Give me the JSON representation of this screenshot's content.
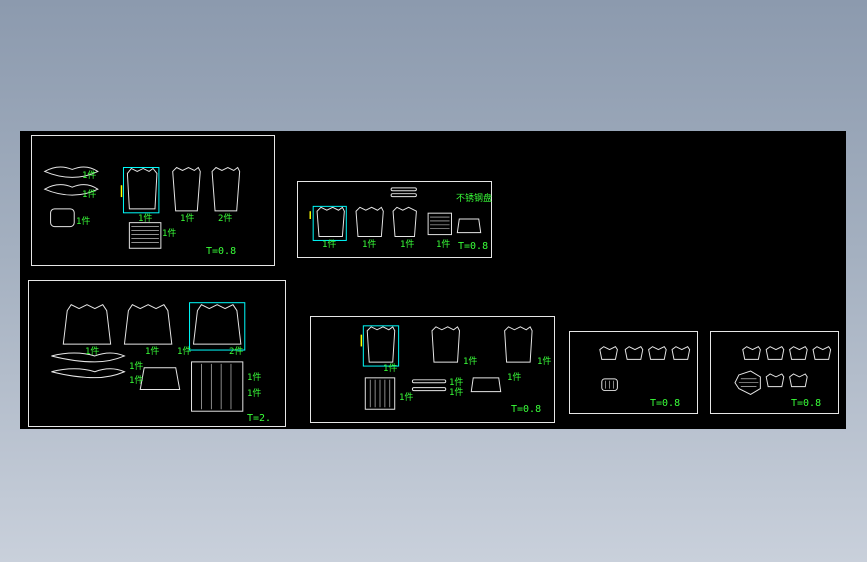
{
  "colors": {
    "background_top": "#8c9aae",
    "background_bottom": "#c9d0db",
    "canvas": "#000000",
    "outline": "#e6e6e6",
    "annotation": "#39ff39",
    "selection": "#00ffff",
    "marker": "#ffff00"
  },
  "frames": {
    "f1": {
      "thickness": "T=0.8",
      "labels": [
        "1件",
        "1件",
        "1件",
        "1件",
        "1件",
        "2件",
        "1件"
      ]
    },
    "f2": {
      "title": "不锈钢盘",
      "thickness": "T=0.8",
      "labels": [
        "1件",
        "1件",
        "1件",
        "1件"
      ]
    },
    "f3": {
      "thickness": "T=2.",
      "labels": [
        "1件",
        "1件",
        "1件",
        "2件",
        "1件",
        "1件",
        "1件",
        "1件"
      ]
    },
    "f4": {
      "thickness": "T=0.8",
      "labels": [
        "1件",
        "1件",
        "1件",
        "1件",
        "1件",
        "1件",
        "1件"
      ]
    },
    "f5": {
      "thickness": "T=0.8"
    },
    "f6": {
      "thickness": "T=0.8"
    }
  }
}
